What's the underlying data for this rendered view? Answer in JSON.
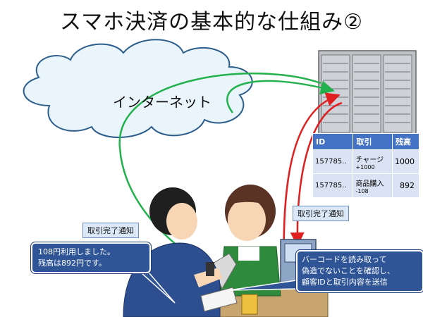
{
  "title": "スマホ決済の基本的な仕組み②",
  "cloud_label": "インターネット",
  "table": {
    "headers": [
      "ID",
      "取引",
      "残高"
    ],
    "rows": [
      {
        "id": "157785..",
        "txn": "チャージ",
        "txn_sub": "+1000",
        "balance": "1000"
      },
      {
        "id": "157785..",
        "txn": "商品購入",
        "txn_sub": "-108",
        "balance": "892"
      }
    ]
  },
  "labels": {
    "complete_left": "取引完了通知",
    "complete_right": "取引完了通知"
  },
  "callouts": {
    "customer_line1": "108円利用しました。",
    "customer_line2": "残高は892円です。",
    "scanner_line1": "バーコードを読み取って",
    "scanner_line2": "偽造でないことを確認し、",
    "scanner_line3": "顧客IDと取引内容を送信"
  },
  "colors": {
    "accent": "#4472c4",
    "callout": "#2f5597",
    "green_arrow": "#22b14c",
    "red_arrow": "#e02020"
  }
}
